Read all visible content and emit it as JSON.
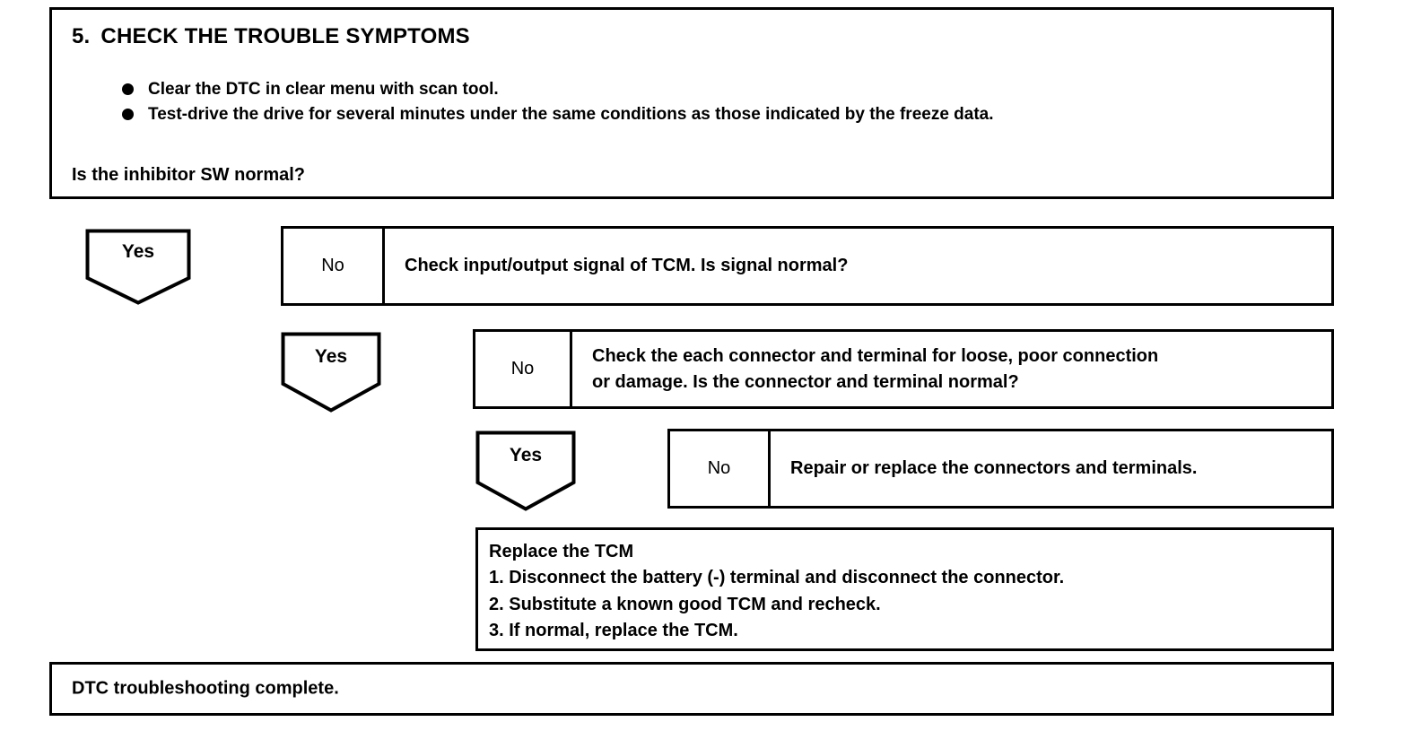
{
  "header": {
    "step_number": "5.",
    "title": "CHECK THE TROUBLE SYMPTOMS",
    "bullets": [
      "Clear the DTC in clear menu with scan tool.",
      "Test-drive the drive for several minutes under the same conditions as those indicated by the freeze data."
    ],
    "question": "Is the inhibitor SW normal?"
  },
  "branches": [
    {
      "yes_label": "Yes",
      "no_label": "No",
      "text_lines": [
        "Check input/output signal of TCM. Is signal normal?"
      ]
    },
    {
      "yes_label": "Yes",
      "no_label": "No",
      "text_lines": [
        "Check the each connector and terminal for loose, poor connection",
        "or damage. Is the connector and terminal normal?"
      ]
    },
    {
      "yes_label": "Yes",
      "no_label": "No",
      "text_lines": [
        "Repair or replace the connectors and terminals."
      ]
    }
  ],
  "tcm_block": {
    "heading": "Replace the TCM",
    "steps": [
      "1. Disconnect the battery (-) terminal and disconnect the connector.",
      "2. Substitute a known good TCM and recheck.",
      "3. If normal, replace the TCM."
    ]
  },
  "conclusion": {
    "text": "DTC troubleshooting complete."
  },
  "colors": {
    "ink": "#000000",
    "paper": "#ffffff"
  }
}
